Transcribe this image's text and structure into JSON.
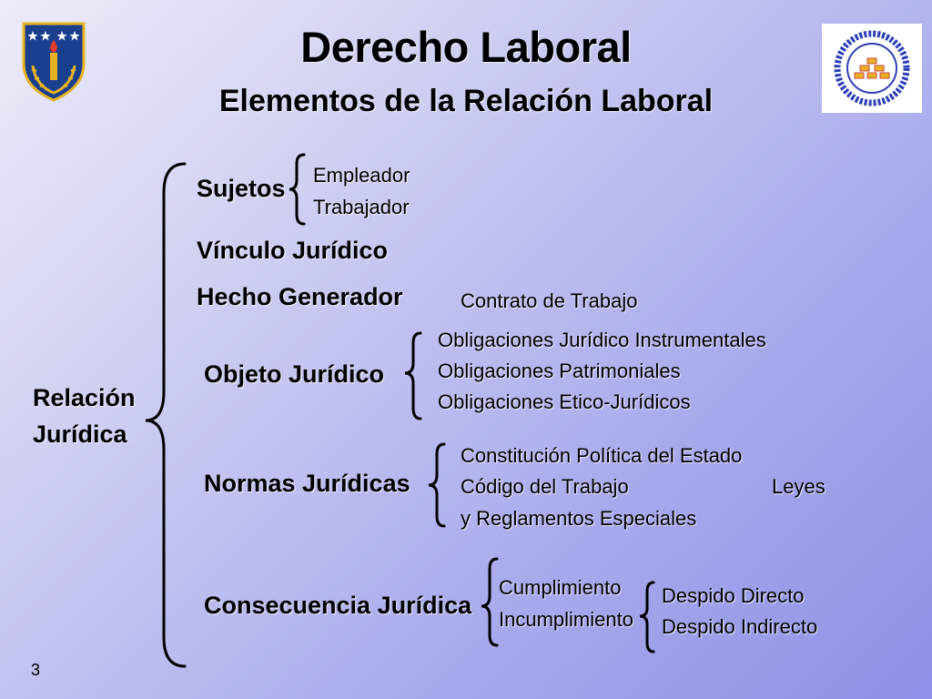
{
  "slide": {
    "title": "Derecho Laboral",
    "subtitle": "Elementos de la Relación Laboral",
    "page_number": "3"
  },
  "root": {
    "line1": "Relación",
    "line2": "Jurídica"
  },
  "sujetos": {
    "label": "Sujetos",
    "items": [
      "Empleador",
      "Trabajador"
    ]
  },
  "vinculo": {
    "label": "Vínculo Jurídico"
  },
  "hecho": {
    "label": "Hecho Generador",
    "detail": "Contrato de Trabajo"
  },
  "objeto": {
    "label": "Objeto Jurídico",
    "items": [
      "Obligaciones Jurídico Instrumentales",
      "Obligaciones Patrimoniales",
      "Obligaciones Etico-Jurídicos"
    ]
  },
  "normas": {
    "label": "Normas Jurídicas",
    "items": [
      "Constitución Política del Estado",
      "Código del Trabajo",
      "y Reglamentos Especiales"
    ],
    "extra": "Leyes"
  },
  "consecuencia": {
    "label": "Consecuencia Jurídica",
    "items": [
      "Cumplimiento",
      "Incumplimiento"
    ],
    "incumplimiento_items": [
      "Despido Directo",
      "Despido Indirecto"
    ]
  },
  "colors": {
    "logo_shield": "#1b3f8f",
    "logo_gold": "#e7b321",
    "stamp_blue": "#2d3fb6"
  }
}
